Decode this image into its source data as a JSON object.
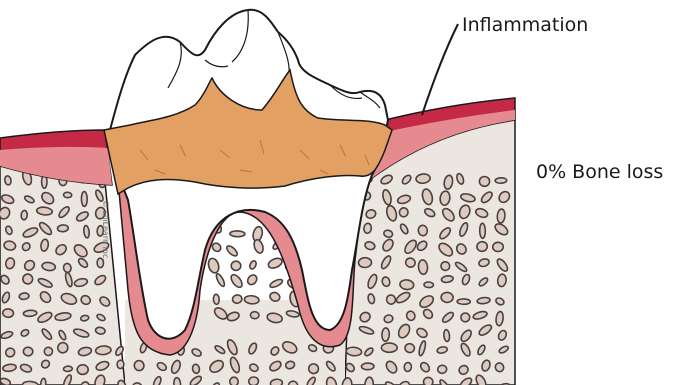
{
  "labels": {
    "inflammation": "Inflammation",
    "bone_loss": "0% Bone loss"
  },
  "credit": "© LiliLearn Inc.",
  "colors": {
    "bone_fill": "#ebe7e0",
    "bone_spot": "#ddcbc0",
    "gum_dark": "#c42a46",
    "gum_light": "#e58b90",
    "tartar": "#e2a163",
    "tooth": "#ffffff",
    "outline": "#1a1a1a"
  }
}
